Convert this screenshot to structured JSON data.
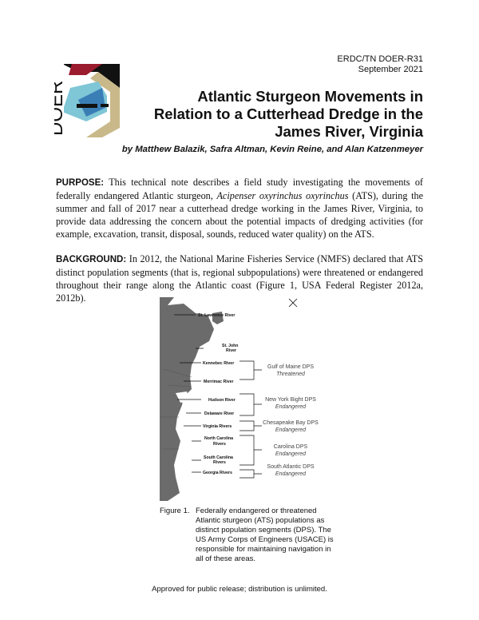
{
  "header": {
    "report_number": "ERDC/TN DOER-R31",
    "date": "September 2021"
  },
  "logo": {
    "text": "DOER",
    "colors": {
      "red": "#9b1c2e",
      "tan": "#c9b98a",
      "blue": "#1d5fa8"
    }
  },
  "title": {
    "line1": "Atlantic Sturgeon Movements in",
    "line2": "Relation to a Cutterhead Dredge in the",
    "line3": "James River, Virginia"
  },
  "authors": "by Matthew Balazik, Safra Altman, Kevin Reine, and Alan Katzenmeyer",
  "purpose": {
    "label": "PURPOSE:",
    "text_before": " This technical note describes a field study investigating the movements of federally endangered Atlantic sturgeon, ",
    "species": "Acipenser oxyrinchus oxyrinchus",
    "text_after": " (ATS), during the summer and fall of 2017 near a cutterhead dredge working in the James River, Virginia, to provide data addressing the concern about the potential impacts of dredging activities (for example, excavation, transit, disposal, sounds, reduced water quality) on the ATS."
  },
  "background": {
    "label": "BACKGROUND:",
    "text": " In 2012, the National Marine Fisheries Service (NMFS) declared that ATS distinct population segments (that is, regional subpopulations) were threatened or endangered throughout their range along the Atlantic coast (Figure 1, USA Federal Register 2012a, 2012b)."
  },
  "figure": {
    "rivers": [
      "St. Lawrence River",
      "St. John",
      "River",
      "Kennebec River",
      "Merrimac River",
      "Hudson River",
      "Delaware River",
      "Virginia Rivers",
      "North Carolina",
      "Rivers",
      "South Carolina",
      "Rivers",
      "Georgia Rivers"
    ],
    "dps": [
      {
        "name": "Gulf of Maine DPS",
        "status": "Threatened"
      },
      {
        "name": "New York Bight DPS",
        "status": "Endangered"
      },
      {
        "name": "Chesapeake Bay DPS",
        "status": "Endangered"
      },
      {
        "name": "Carolina DPS",
        "status": "Endangered"
      },
      {
        "name": "South Atlantic DPS",
        "status": "Endangered"
      }
    ],
    "map_color": "#6b6b6b",
    "caption_label": "Figure 1.",
    "caption_lines": [
      "Federally endangered or threatened",
      "Atlantic sturgeon (ATS) populations as",
      "distinct population segments (DPS). The",
      "US Army Corps of Engineers (USACE) is",
      "responsible for maintaining navigation in",
      "all of these areas."
    ]
  },
  "footer": "Approved for public release; distribution is unlimited."
}
